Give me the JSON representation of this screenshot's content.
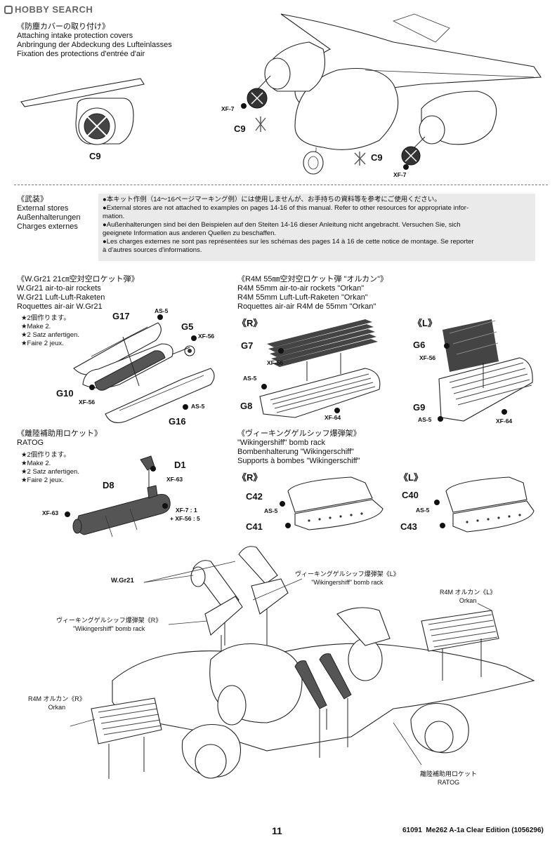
{
  "watermark": "HOBBY SEARCH",
  "section1": {
    "title_ja": "《防塵カバーの取り付け》",
    "title_en": "Attaching intake protection covers",
    "title_de": "Anbringung der Abdeckung des Lufteinlasses",
    "title_fr": "Fixation des protections d'entrée d'air",
    "parts": {
      "c9_left": "C9",
      "c9_mid": "C9",
      "c9_right": "C9",
      "xf7_a": "XF-7",
      "xf7_b": "XF-7"
    }
  },
  "section2": {
    "title_ja": "《武装》",
    "title_en": "External stores",
    "title_de": "Außenhalterungen",
    "title_fr": "Charges externes",
    "notes": [
      "●本キット作例（14〜16ページマーキング例）には使用しませんが、お手持ちの資料等を参考にご使用ください。",
      "●External stores are not attached to examples on pages 14-16 of this manual. Refer to other resources for appropriate infor-",
      "mation.",
      "●Außenhalterungen sind bei den Beispielen auf den Steiten 14-16 dieser Anleitung nicht angebracht. Versuchen Sie, sich",
      "geeignete Information aus anderen Quellen zu beschaffen.",
      "●Les charges externes ne sont pas représentées sur les schémas des pages 14 à 16 de cette notice de montage. Se reporter",
      "à d'autres sources d'informations."
    ]
  },
  "wgr21": {
    "title_ja": "《W.Gr21 21㎝空対空ロケット弾》",
    "title_en": "W.Gr21 air-to-air rockets",
    "title_de": "W.Gr21 Luft-Luft-Raketen",
    "title_fr": "Roquettes air-air W.Gr21",
    "make": [
      "★2個作ります。",
      "★Make 2.",
      "★2 Satz anfertigen.",
      "★Faire 2 jeux."
    ],
    "parts": {
      "g17": "G17",
      "g5": "G5",
      "g10": "G10",
      "g16": "G16",
      "as5a": "AS-5",
      "as5b": "AS-5",
      "xf56a": "XF-56",
      "xf56b": "XF-56"
    }
  },
  "r4m": {
    "title_ja": "《R4M 55㎜空対空ロケット弾 \"オルカン\"》",
    "title_en": "R4M 55mm air-to-air rockets \"Orkan\"",
    "title_de": "R4M 55mm Luft-Luft-Raketen \"Orkan\"",
    "title_fr": "Roquettes air-air R4M de 55mm \"Orkan\"",
    "side_r": "《R》",
    "side_l": "《L》",
    "parts": {
      "g7": "G7",
      "g8": "G8",
      "g6": "G6",
      "g9": "G9",
      "xf56a": "XF-56",
      "xf56b": "XF-56",
      "as5a": "AS-5",
      "as5b": "AS-5",
      "xf64a": "XF-64",
      "xf64b": "XF-64"
    }
  },
  "ratog": {
    "title_ja": "《離陸補助用ロケット》",
    "title_en": "RATOG",
    "make": [
      "★2個作ります。",
      "★Make 2.",
      "★2 Satz anfertigen.",
      "★Faire 2 jeux."
    ],
    "parts": {
      "d1": "D1",
      "d8": "D8",
      "xf63a": "XF-63",
      "xf63b": "XF-63",
      "xf7mix": "XF-7 : 1",
      "xf56mix": "+ XF-56 : 5"
    }
  },
  "wiking": {
    "title_ja": "《ヴィーキングゲルシッフ爆弾架》",
    "title_en": "\"Wikingershiff\" bomb rack",
    "title_de": "Bombenhalterung \"Wikingerschiff\"",
    "title_fr": "Supports à bombes \"Wikingerschiff\"",
    "side_r": "《R》",
    "side_l": "《L》",
    "parts": {
      "c42": "C42",
      "c41": "C41",
      "c40": "C40",
      "c43": "C43",
      "as5a": "AS-5",
      "as5b": "AS-5"
    }
  },
  "assembly": {
    "wgr21": "W.Gr21",
    "wiking_l_ja": "ヴィーキングゲルシッフ爆弾架《L》",
    "wiking_l_en": "\"Wikingershiff\" bomb rack",
    "wiking_r_ja": "ヴィーキングゲルシッフ爆弾架《R》",
    "wiking_r_en": "\"Wikingershiff\" bomb rack",
    "r4m_l_ja": "R4M オルカン《L》",
    "r4m_l_en": "Orkan",
    "r4m_r_ja": "R4M オルカン《R》",
    "r4m_r_en": "Orkan",
    "ratog_ja": "離陸補助用ロケット",
    "ratog_en": "RATOG"
  },
  "footer": {
    "page": "11",
    "code": "61091",
    "model": "Me262 A-1a Clear Edition (1056296)"
  }
}
